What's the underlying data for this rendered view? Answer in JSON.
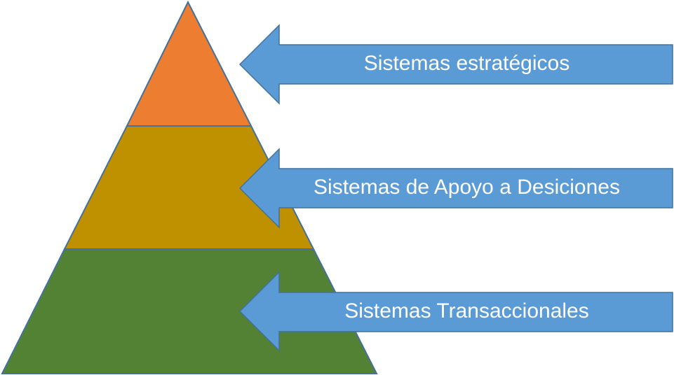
{
  "levels": [
    {
      "label": "Sistemas estratégicos",
      "color": "#ED7D31"
    },
    {
      "label": "Sistemas de Apoyo a Desiciones",
      "color": "#BF9000"
    },
    {
      "label": "Sistemas Transaccionales",
      "color": "#548235"
    }
  ],
  "arrow_color": "#5B9BD5",
  "outline_color": "#41719C"
}
